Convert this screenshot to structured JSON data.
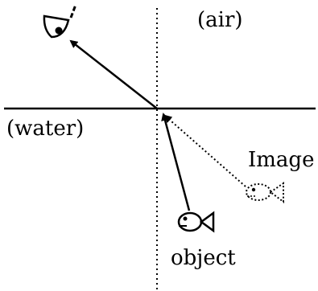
{
  "labels": {
    "air": "(air)",
    "water": "(water)",
    "image": "Image",
    "object": "object"
  },
  "icons": {
    "eye": "eye-icon",
    "object_fish": "fish-icon",
    "image_fish": "fish-outline-dotted-icon"
  },
  "colors": {
    "ink": "#000000",
    "background": "#ffffff"
  }
}
